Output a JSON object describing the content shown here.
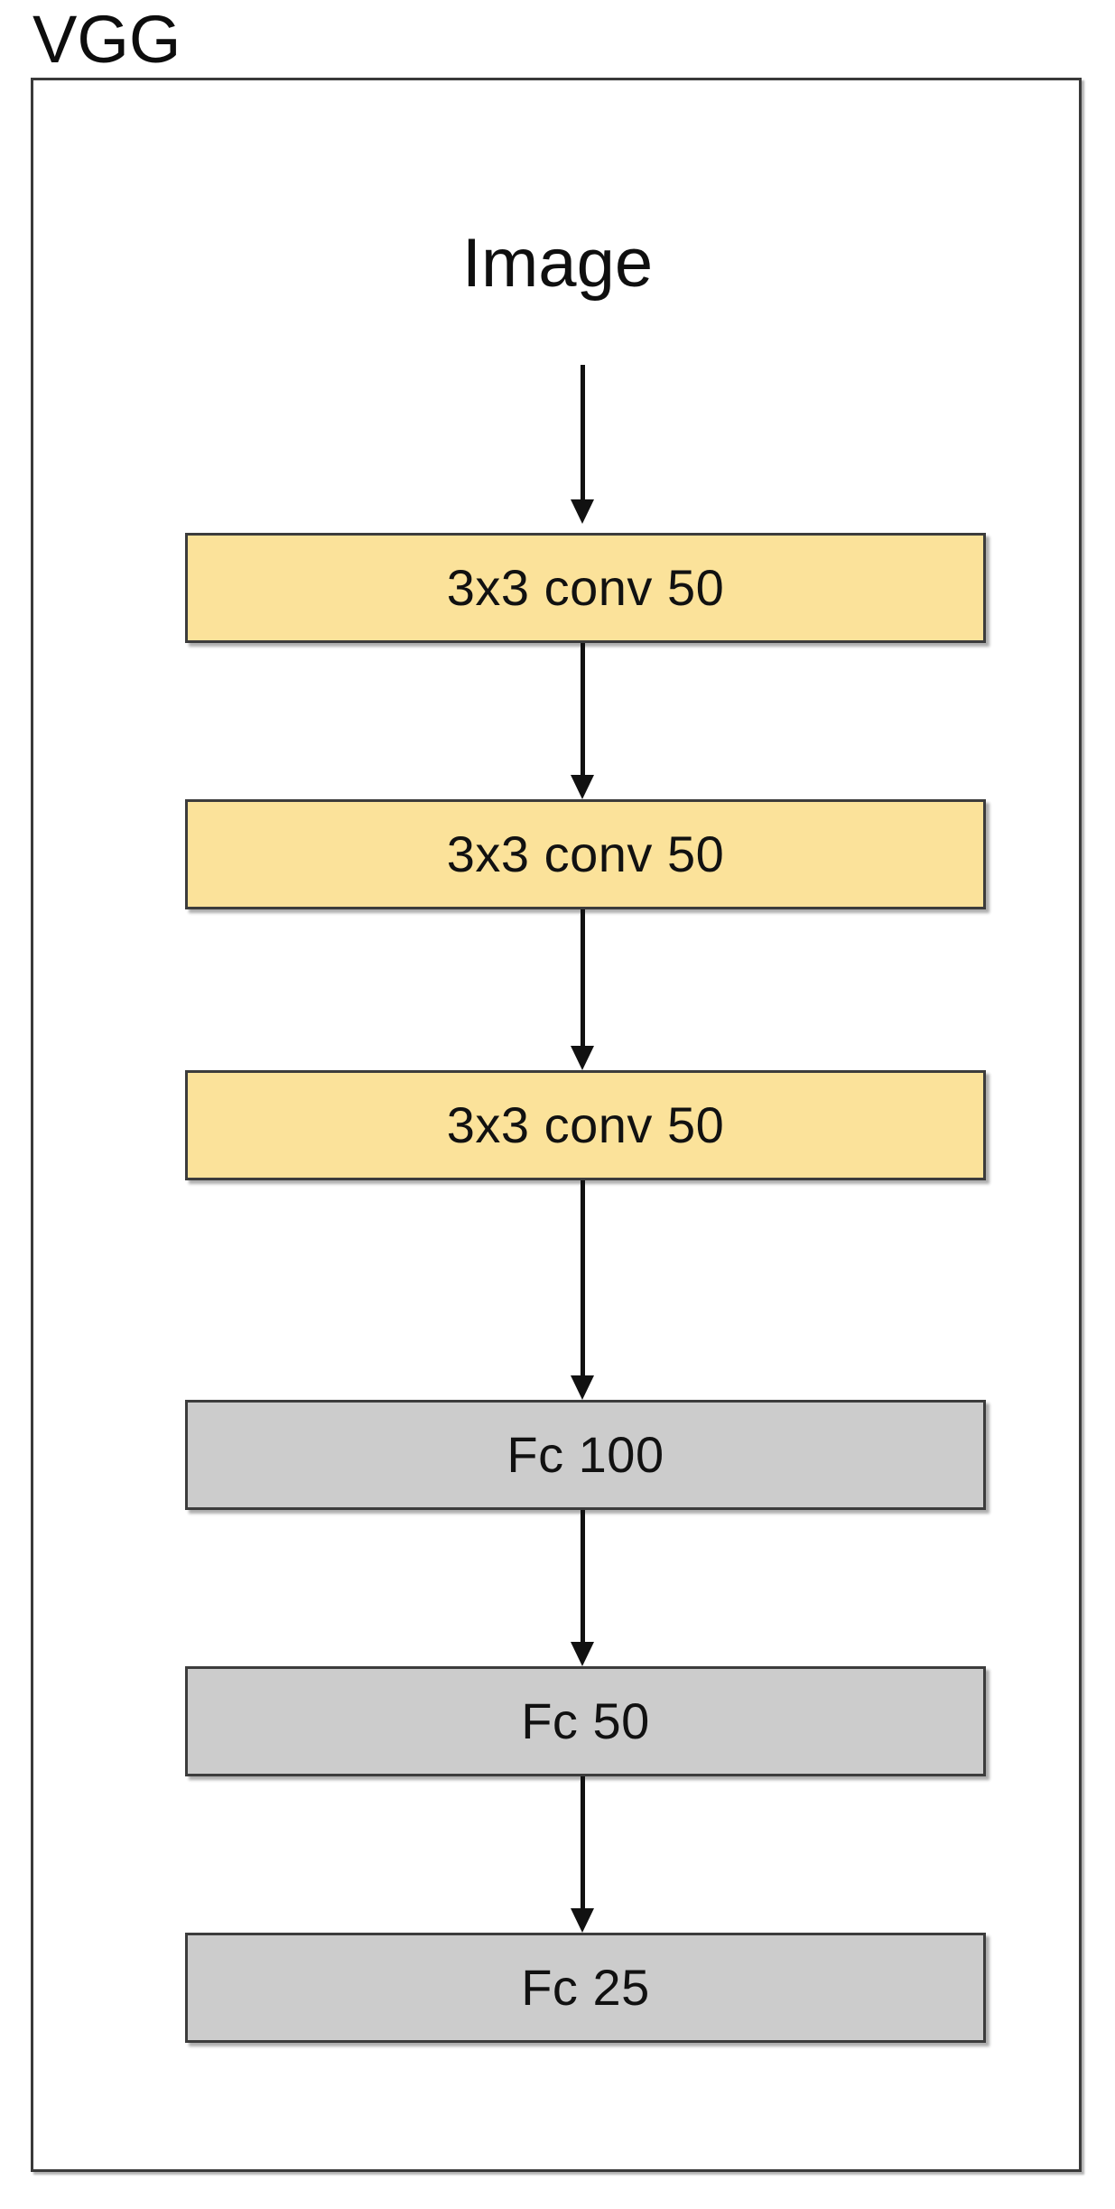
{
  "diagram": {
    "title": "VGG",
    "input_label": "Image",
    "colors": {
      "conv_fill": "#FBE29A",
      "fc_fill": "#CCCCCC",
      "border": "#3C3C3C",
      "text": "#111111",
      "background": "#FFFFFF"
    },
    "layers": [
      {
        "label": "3x3 conv 50",
        "type": "conv",
        "kernel": "3x3",
        "units": 50
      },
      {
        "label": "3x3 conv 50",
        "type": "conv",
        "kernel": "3x3",
        "units": 50
      },
      {
        "label": "3x3 conv 50",
        "type": "conv",
        "kernel": "3x3",
        "units": 50
      },
      {
        "label": "Fc 100",
        "type": "fc",
        "units": 100
      },
      {
        "label": "Fc 50",
        "type": "fc",
        "units": 50
      },
      {
        "label": "Fc 25",
        "type": "fc",
        "units": 25
      }
    ],
    "arrows": [
      {
        "from": "Image",
        "to": "3x3 conv 50"
      },
      {
        "from": "3x3 conv 50",
        "to": "3x3 conv 50"
      },
      {
        "from": "3x3 conv 50",
        "to": "3x3 conv 50"
      },
      {
        "from": "3x3 conv 50",
        "to": "Fc 100"
      },
      {
        "from": "Fc 100",
        "to": "Fc 50"
      },
      {
        "from": "Fc 50",
        "to": "Fc 25"
      }
    ]
  }
}
